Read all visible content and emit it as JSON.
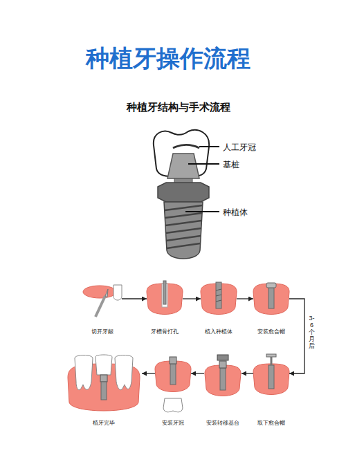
{
  "diagram": {
    "title": "种植牙操作流程",
    "nodes": [
      {
        "text": [
          "切开牙龈"
        ]
      },
      {
        "text": [
          "牙槽骨打孔"
        ]
      },
      {
        "text": [
          "植入种植体"
        ]
      },
      {
        "text": [
          "安装愈合帽"
        ]
      },
      {
        "text": [
          "取下愈合帽"
        ]
      },
      {
        "text": [
          "安装转移基台"
        ]
      },
      {
        "text": [
          "安装牙冠"
        ]
      },
      {
        "text": [
          "植牙完毕"
        ]
      }
    ],
    "edges": [
      {
        "from": 0,
        "to": 1,
        "arrow": "to"
      },
      {
        "from": 1,
        "to": 2,
        "arrow": "to"
      },
      {
        "from": 2,
        "to": 3,
        "arrow": "to"
      },
      {
        "from": 3,
        "to": 4,
        "label": "3-6个月后",
        "arrow": "to"
      },
      {
        "from": 4,
        "to": 5,
        "arrow": "to"
      },
      {
        "from": 5,
        "to": 6,
        "arrow": "to"
      },
      {
        "from": 6,
        "to": 7,
        "arrow": "to"
      }
    ],
    "labels": [
      "种植牙结构与手术流程",
      "人工牙冠",
      "基桩",
      "种植体"
    ]
  }
}
